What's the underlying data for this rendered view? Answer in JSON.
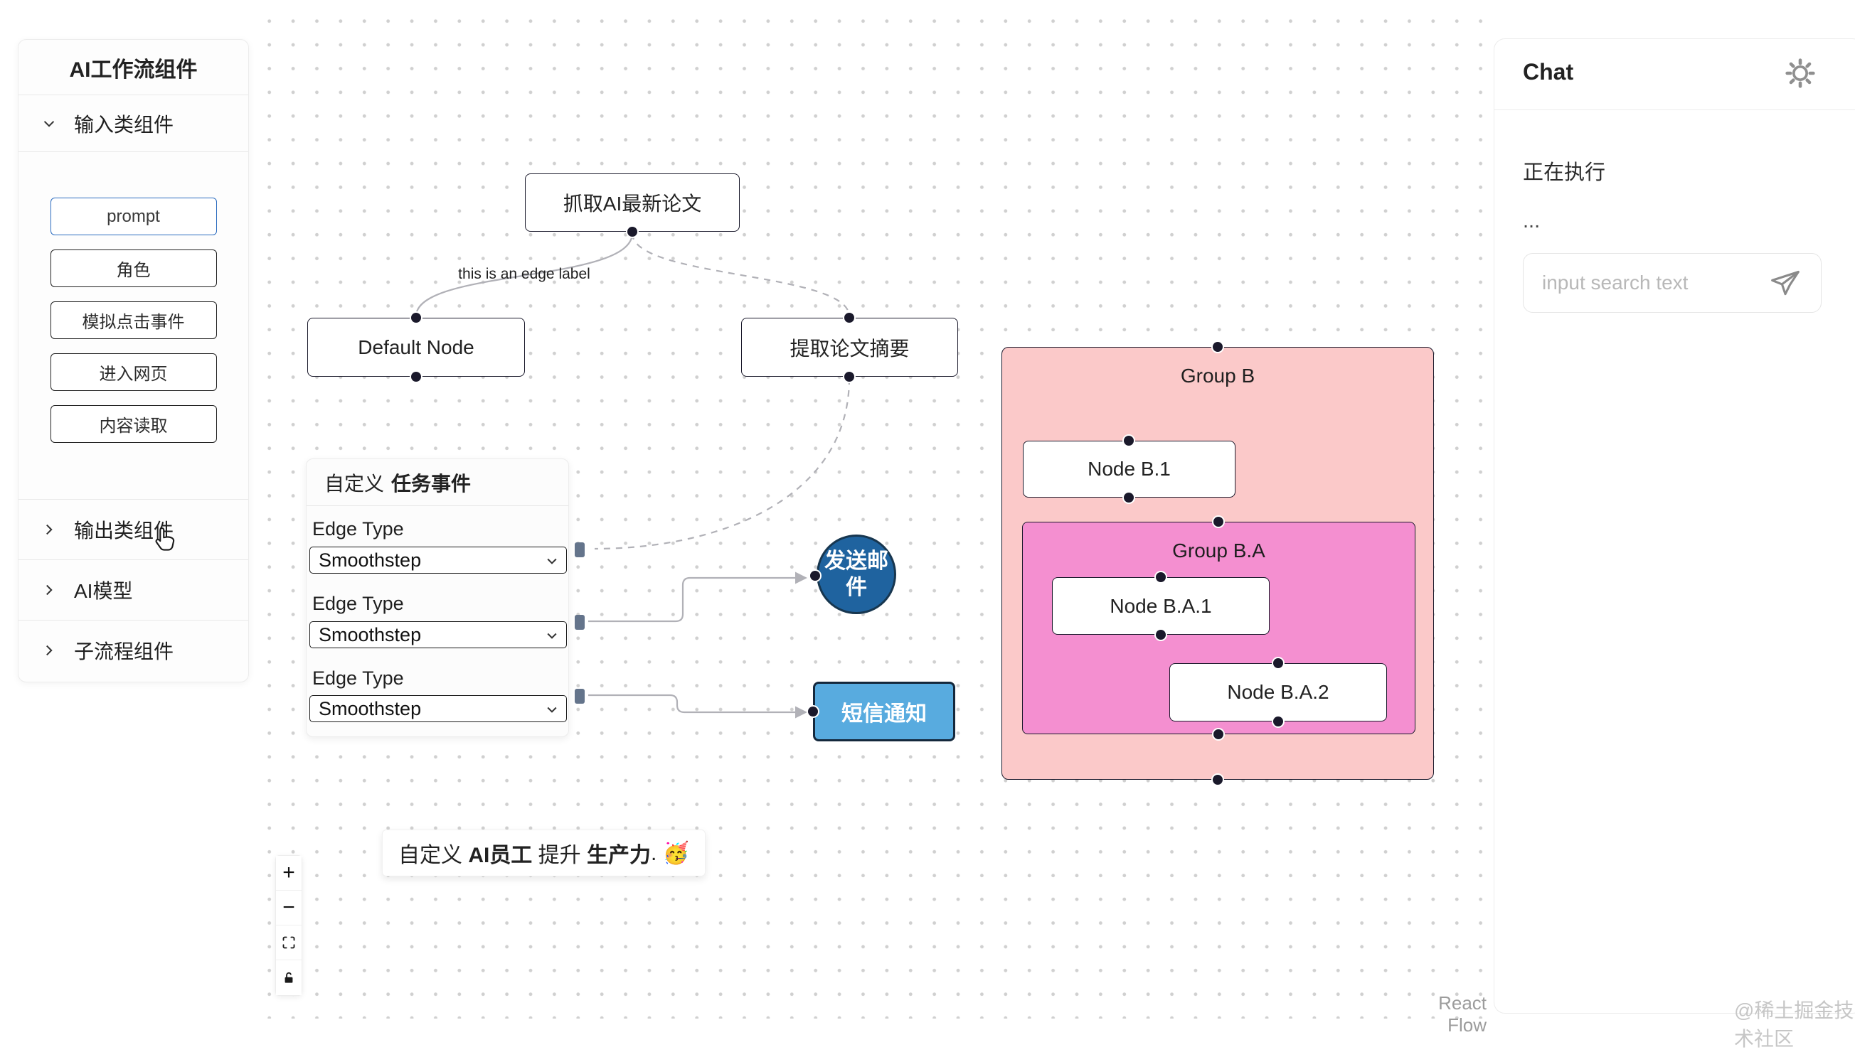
{
  "sidebar": {
    "title": "AI工作流组件",
    "section_input": "输入类组件",
    "buttons": [
      "prompt",
      "角色",
      "模拟点击事件",
      "进入网页",
      "内容读取"
    ],
    "section_output": "输出类组件",
    "section_ai": "AI模型",
    "section_sub": "子流程组件"
  },
  "panel": {
    "header_prefix": "自定义",
    "header_bold": "任务事件",
    "fields": [
      {
        "label": "Edge Type",
        "value": "Smoothstep"
      },
      {
        "label": "Edge Type",
        "value": "Smoothstep"
      },
      {
        "label": "Edge Type",
        "value": "Smoothstep"
      }
    ]
  },
  "flow": {
    "edge_label": "this is an edge label",
    "nodes": {
      "fetch": "抓取AI最新论文",
      "default_node": "Default Node",
      "extract": "提取论文摘要",
      "email_line1": "发送邮",
      "email_line2": "件",
      "sms": "短信通知",
      "group_b": "Group B",
      "node_b1": "Node B.1",
      "group_ba": "Group B.A",
      "node_ba1": "Node B.A.1",
      "node_ba2": "Node B.A.2"
    }
  },
  "annotation": {
    "part1": "自定义 ",
    "part2": "AI员工",
    "part3": " 提升 ",
    "part4": "生产力",
    "part5": ". 🥳"
  },
  "controls": {
    "zoom_in": "+",
    "zoom_out": "−"
  },
  "chat": {
    "title": "Chat",
    "status": "正在执行",
    "ellipsis": "...",
    "input_placeholder": "input search text"
  },
  "watermarks": {
    "attribution": "React Flow",
    "site": "@稀土掘金技术社区"
  },
  "colors": {
    "email_blue": "#1f639f",
    "sms_blue": "#58abdf",
    "group_pink": "#fbc9c9",
    "group_magenta": "#f48fd0",
    "edge_gray": "#b1b1b7",
    "prompt_border": "#2a6bbf"
  }
}
